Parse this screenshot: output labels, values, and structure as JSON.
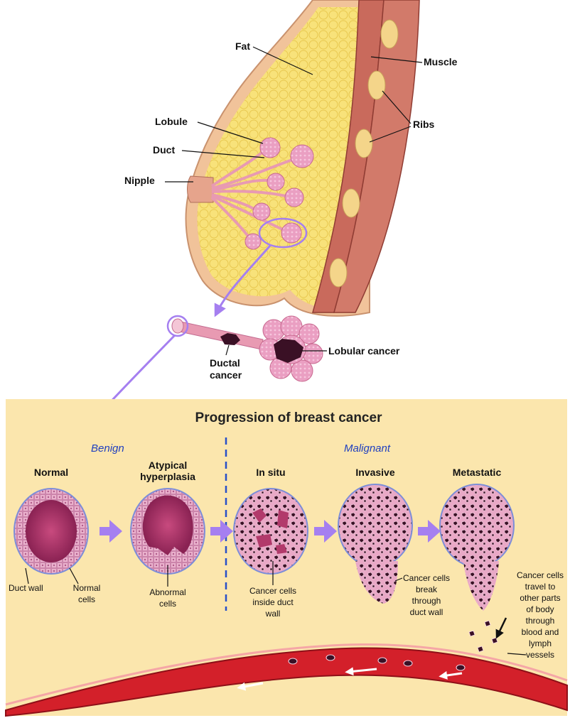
{
  "anatomy": {
    "fat": "Fat",
    "muscle": "Muscle",
    "lobule": "Lobule",
    "ribs": "Ribs",
    "duct": "Duct",
    "nipple": "Nipple"
  },
  "closeup": {
    "ductal_cancer": [
      "Ductal",
      "cancer"
    ],
    "lobular_cancer": "Lobular cancer"
  },
  "progression": {
    "title": "Progression of breast cancer",
    "benign": "Benign",
    "malignant": "Malignant",
    "stages": [
      {
        "name": [
          "Normal"
        ],
        "notes": [
          [
            "Duct wall"
          ],
          [
            "Normal",
            "cells"
          ]
        ]
      },
      {
        "name": [
          "Atypical",
          "hyperplasia"
        ],
        "notes": [
          [
            "Abnormal",
            "cells"
          ]
        ]
      },
      {
        "name": [
          "In situ"
        ],
        "notes": [
          [
            "Cancer cells",
            "inside duct",
            "wall"
          ]
        ]
      },
      {
        "name": [
          "Invasive"
        ],
        "notes": [
          [
            "Cancer cells",
            "break",
            "through",
            "duct wall"
          ]
        ]
      },
      {
        "name": [
          "Metastatic"
        ],
        "notes": [
          [
            "Cancer cells",
            "travel to",
            "other parts",
            "of body",
            "through",
            "blood and",
            "lymph",
            "vessels"
          ]
        ]
      }
    ]
  },
  "colors": {
    "panel": "#fbe6ad",
    "fat": "#f8e27a",
    "tissue": "#f2b6c0",
    "lobule_pink": "#e9a3c3",
    "cell_wall": "#d98bb6",
    "lumen": "#b23a6b",
    "tumor": "#3a1025",
    "arrow": "#a57ff0",
    "vessel": "#d3202a",
    "benign_text": "#1f3fbf",
    "divider": "#2850c8"
  }
}
